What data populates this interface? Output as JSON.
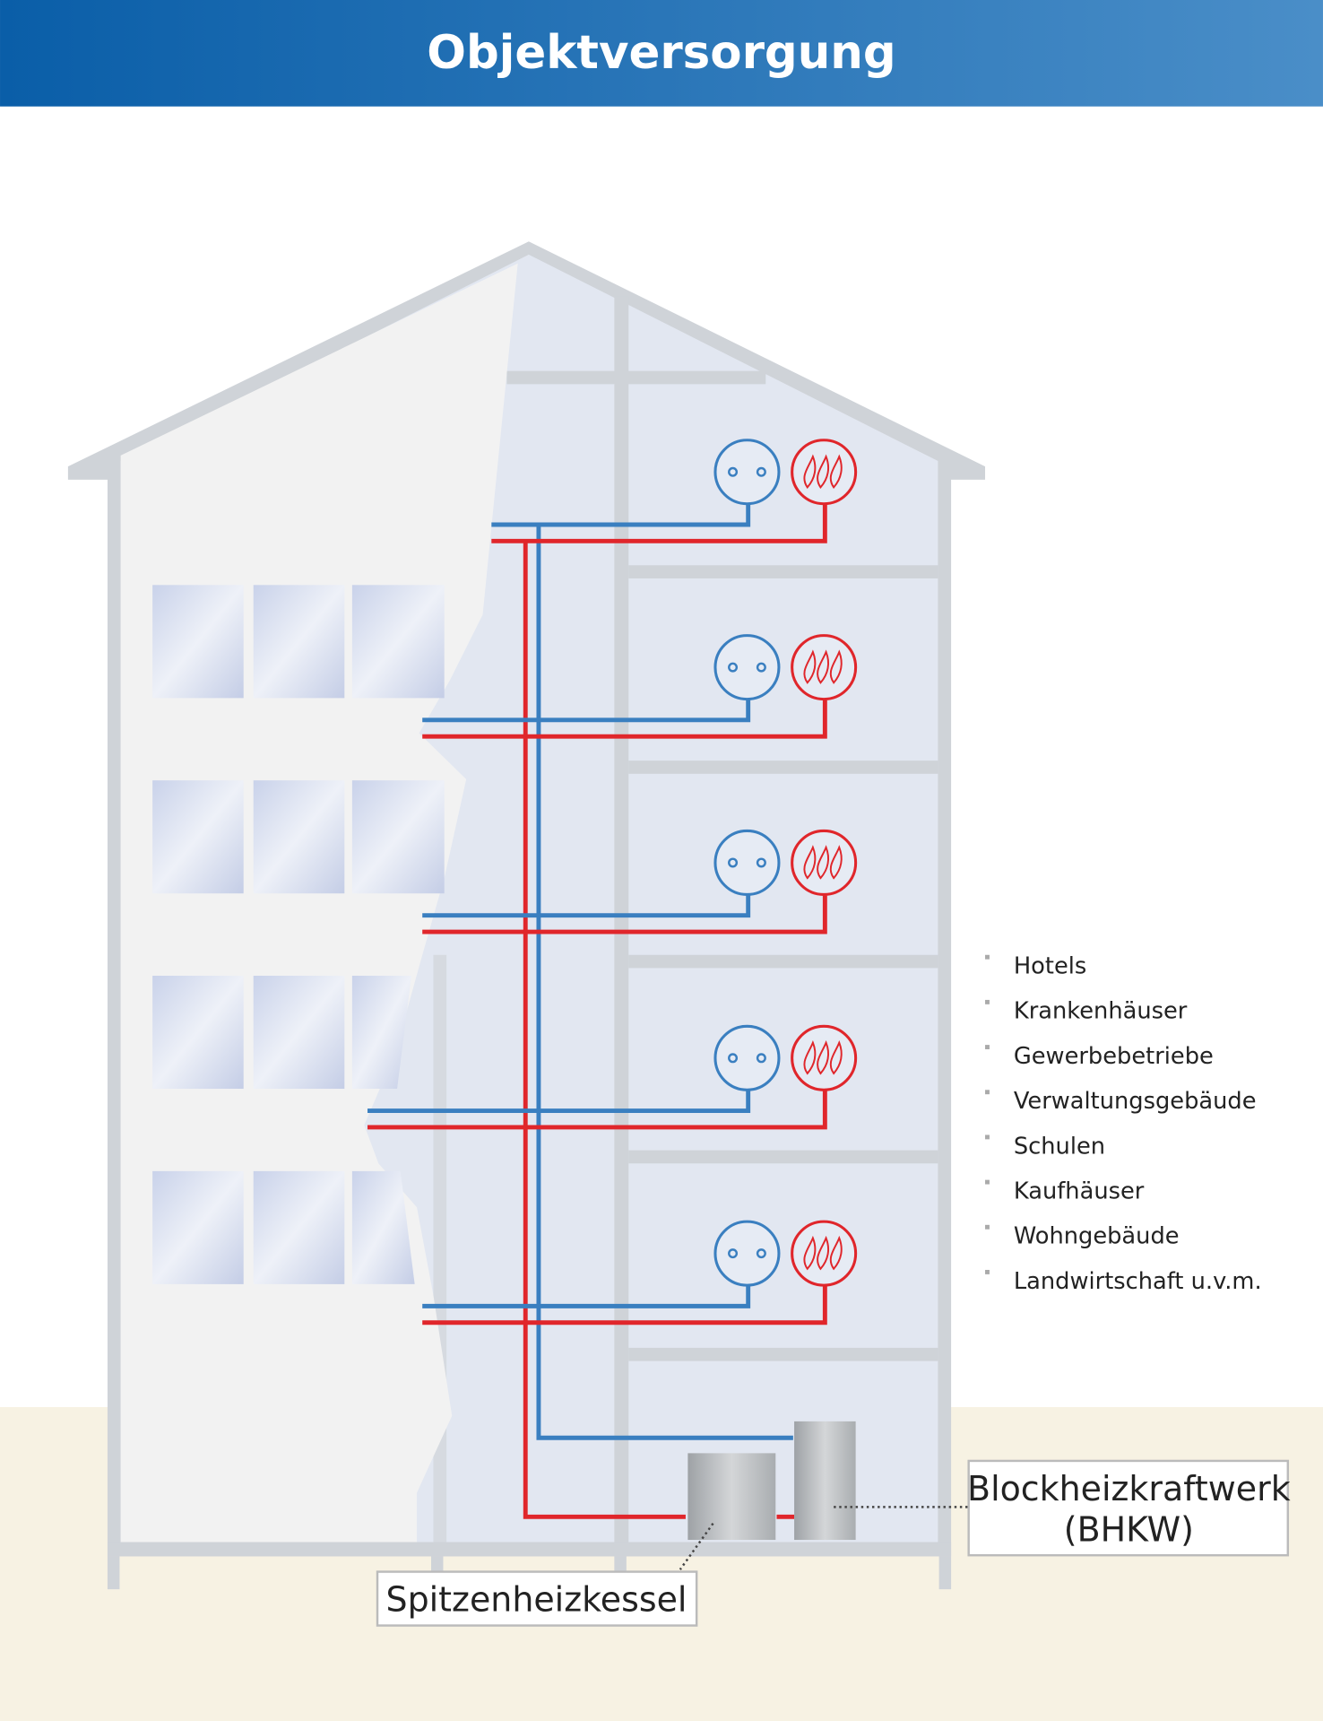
{
  "header": {
    "title": "Objektversorgung"
  },
  "colors": {
    "header_start": "#0a5ea8",
    "header_end": "#4a8ec8",
    "power": "#3a7fc0",
    "heat": "#e0262b",
    "ground": "#f7f2e3"
  },
  "floors": [
    {
      "icons": [
        "socket-icon",
        "heat-icon"
      ]
    },
    {
      "icons": [
        "socket-icon",
        "heat-icon"
      ]
    },
    {
      "icons": [
        "socket-icon",
        "heat-icon"
      ]
    },
    {
      "icons": [
        "socket-icon",
        "heat-icon"
      ]
    },
    {
      "icons": [
        "socket-icon",
        "heat-icon"
      ]
    }
  ],
  "building_types": [
    "Hotels",
    "Krankenhäuser",
    "Gewerbebetriebe",
    "Verwaltungsgebäude",
    "Schulen",
    "Kaufhäuser",
    "Wohngebäude",
    "Landwirtschaft u.v.m."
  ],
  "labels": {
    "peak_boiler": "Spitzenheizkessel",
    "chp_line1": "Blockheizkraftwerk",
    "chp_line2": "(BHKW)"
  }
}
